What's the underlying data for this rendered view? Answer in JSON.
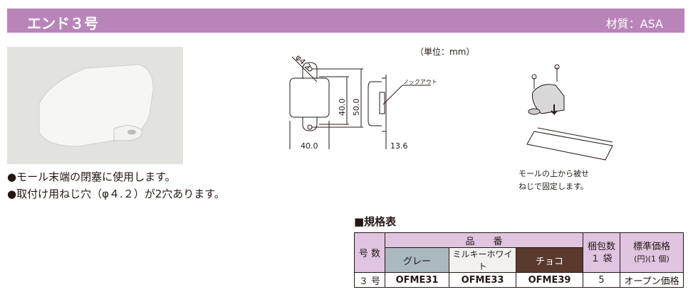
{
  "header": {
    "title": "エンド３号",
    "material": "材質：ASA"
  },
  "features": [
    "●モール末端の閉塞に使用します。",
    "●取付け用ねじ穴（φ４.２）が2穴あります。"
  ],
  "drawing": {
    "unit": "（単位：mm）",
    "hole": "φ4.2",
    "height_inner": "40.0",
    "height_outer": "50.0",
    "width": "40.0",
    "depth": "13.6",
    "knockout": "ノックアウト"
  },
  "install_caption": [
    "モールの上から被せ",
    "ねじで固定します。"
  ],
  "spec": {
    "title": "■規格表",
    "headers": {
      "number": "号 数",
      "part": "品　　番",
      "pack": "梱包数",
      "pack2": "１ 袋",
      "price": "標準価格",
      "price2": "(円)(1 個)"
    },
    "colors": [
      {
        "label": "グレー",
        "color": "#aab8bf"
      },
      {
        "label": "ミルキーホワイト",
        "color": "#f3f1ec"
      },
      {
        "label": "チョコ",
        "color": "#5b3a2e"
      }
    ],
    "row": {
      "number": "３ 号",
      "codes": [
        "OFME31",
        "OFME33",
        "OFME39"
      ],
      "pack": "5",
      "price": "オープン価格"
    }
  }
}
